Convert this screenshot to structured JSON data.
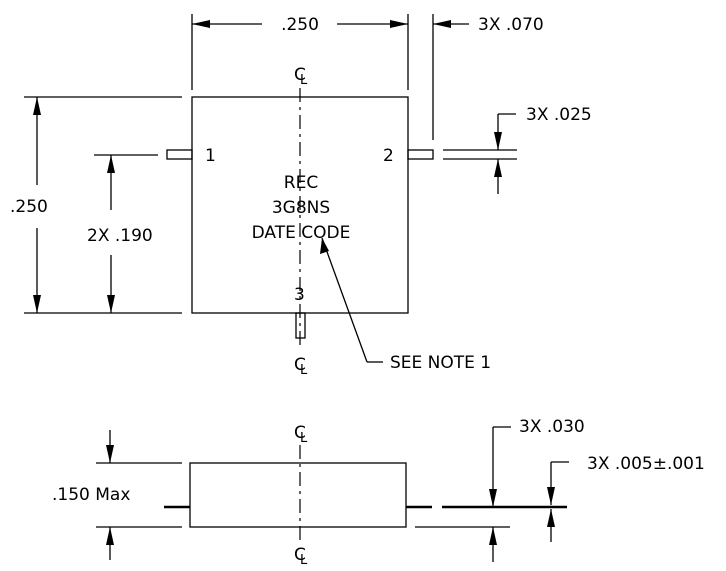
{
  "top_view": {
    "dim_width": ".250",
    "dim_lead_width": "3X .070",
    "dim_lead_thickness": "3X .025",
    "dim_height": ".250",
    "dim_pin_offset": "2X .190",
    "pin_labels": [
      "1",
      "2",
      "3"
    ],
    "marking_lines": [
      "REC",
      "3G8NS",
      "DATE CODE"
    ],
    "note_callout": "SEE NOTE 1",
    "centerline_symbol": "C",
    "centerline_subscript": "L"
  },
  "side_view": {
    "dim_height": ".150 Max",
    "dim_lead_length": "3X .030",
    "dim_lead_tolerance": "3X .005±.001",
    "centerline_symbol": "C",
    "centerline_subscript": "L"
  }
}
